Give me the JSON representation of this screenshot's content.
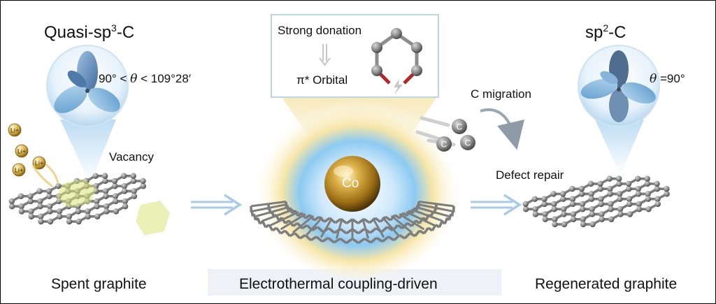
{
  "left": {
    "title_main": "Quasi-sp",
    "title_sup": "3",
    "title_tail": "-C",
    "angle_a": "90°",
    "angle_lt": "<",
    "theta": "θ",
    "angle_b": "< 109°28′",
    "vacancy_label": "Vacancy",
    "li_label": "Li",
    "li_charge": "+",
    "caption": "Spent graphite"
  },
  "center": {
    "donation_label": "Strong donation",
    "orbital_label": "π* Orbital",
    "metal_label": "Co",
    "caption": "Electrothermal coupling-driven"
  },
  "right": {
    "title_main": "sp",
    "title_sup": "2",
    "title_tail": "-C",
    "theta": "θ",
    "angle_value": "=90°",
    "migration_label": "C migration",
    "carbon_label": "C",
    "defect_label": "Defect repair",
    "caption": "Regenerated graphite"
  },
  "colors": {
    "orbital_blue": "#6f95c0",
    "glow_yellow": "#f4dc8e",
    "glow_blue": "#7fc3f0",
    "arrow_blue": "#a9cbe8",
    "carbon_grey": "#8a8a8a",
    "defect_yellow": "#d6e27a",
    "gold": "#c99a2e",
    "bond_red": "#c0392b"
  }
}
